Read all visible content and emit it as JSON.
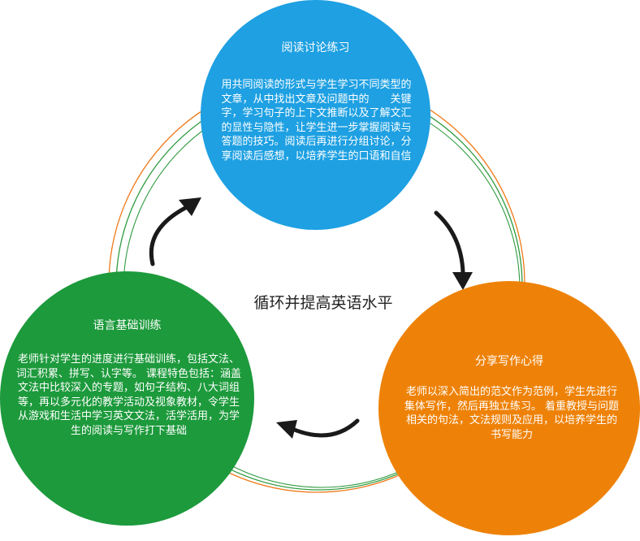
{
  "center_label": "循环并提高英语水平",
  "colors": {
    "blue": "#1ea0e2",
    "green": "#1d9a3c",
    "orange": "#ee8208",
    "arrow": "#1a1a1a",
    "ring_orange": "#ef7a1a",
    "ring_green": "#2e9a3e"
  },
  "circles": {
    "reading": {
      "title": "阅读讨论练习",
      "body": "用共同阅读的形式与学生学习不同类型的文章，从中找出文章及问题中的　　关键字，学习句子的上下文推断以及了解文汇的显性与隐性，让学生进一步掌握阅读与答题的技巧。阅读后再进行分组讨论，分享阅读后感想，以培养学生的口语和自信"
    },
    "writing": {
      "title": "分享写作心得",
      "body": "老师以深入简出的范文作为范例，学生先进行集体写作，然后再独立练习。 着重教授与问题相关的句法，文法规则及应用，以培养学生的书写能力"
    },
    "basics": {
      "title": "语言基础训练",
      "body": "老师针对学生的进度进行基础训练，包括文法、词汇积累、拼写、认字等。 课程特色包括：涵盖文法中比较深入的专题，如句子结构、八大词组等，再以多元化的教学活动及视象教材，令学生从游戏和生活中学习英文文法，活学活用，为学生的阅读与写作打下基础"
    }
  }
}
